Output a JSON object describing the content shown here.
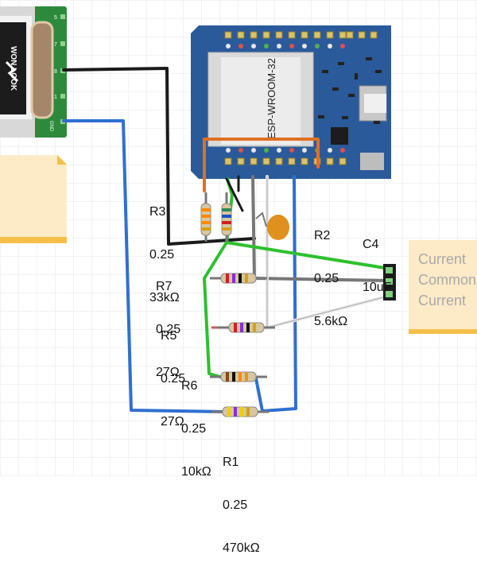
{
  "module": {
    "chip_label": "ESP-WROOM-32",
    "pins_left": [
      "5",
      "7",
      "8",
      "1",
      "GND"
    ]
  },
  "components": [
    {
      "id": "R3",
      "name": "R3",
      "tol": "0.25",
      "value": "33kΩ"
    },
    {
      "id": "R2",
      "name": "R2",
      "tol": "0.25",
      "value": "5.6kΩ"
    },
    {
      "id": "C4",
      "name": "C4",
      "tol": "",
      "value": "10uF"
    },
    {
      "id": "R7",
      "name": "R7",
      "tol": "0.25",
      "value": "27Ω"
    },
    {
      "id": "R5",
      "name": "R5",
      "tol": "0.25",
      "value": "27Ω"
    },
    {
      "id": "R6",
      "name": "R6",
      "tol": "0.25",
      "value": "10kΩ"
    },
    {
      "id": "R1",
      "name": "R1",
      "tol": "0.25",
      "value": "470kΩ"
    }
  ],
  "note_right": {
    "lines": [
      "Current",
      "Common",
      "Current"
    ]
  },
  "colors": {
    "board_blue": "#2a5a9a",
    "wire_black": "#1a1a1a",
    "wire_blue": "#2f6fd0",
    "wire_green": "#2ec02e",
    "wire_orange": "#e07020",
    "wire_grey": "#777777",
    "wire_white": "#e8e8e8",
    "note_bg": "#fdebc8",
    "note_border": "#f5c04a"
  }
}
